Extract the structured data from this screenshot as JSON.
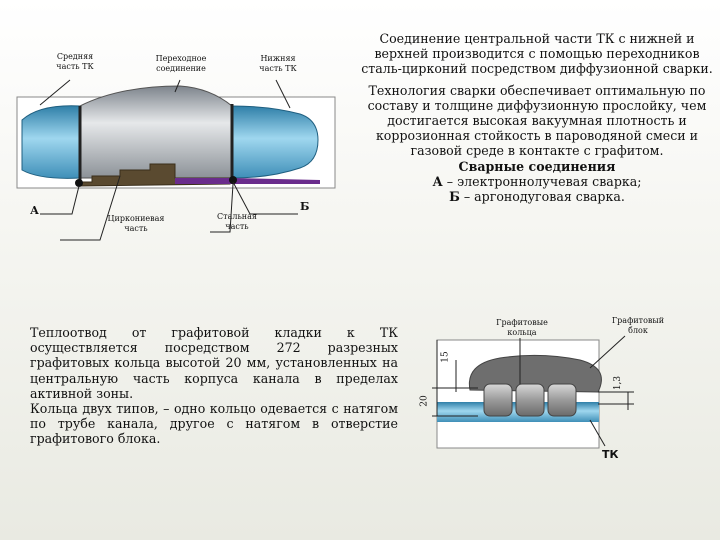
{
  "top_diagram": {
    "label_middle_part": "Средняя часть ТК",
    "label_transition": "Переходное соединение",
    "label_lower_part": "Нижняя часть ТК",
    "label_zirconium": "Циркониевая часть",
    "label_steel": "Стальная часть",
    "label_a": "А",
    "label_b": "Б"
  },
  "right_text": {
    "p1": "Соединение центральной части ТК с нижней и верхней производится с помощью переходников сталь-цирконий посредством диффузионной сварки.",
    "p2": "Технология сварки обеспечивает оптимальную по составу и толщине диффузионную прослойку, чем достигается высокая вакуумная плотность и коррозионная стойкость в пароводяной смеси и газовой среде в контакте с графитом.",
    "welds_title": "Сварные соединения",
    "weld_a_letter": "А",
    "weld_a_text": " – электроннолучевая сварка;",
    "weld_b_letter": "Б",
    "weld_b_text": " – аргонодуговая сварка."
  },
  "left_text": {
    "p1": "Теплоотвод от графитовой кладки к ТК осуществляется посредством 272 разрезных графитовых кольца высотой 20 мм, установленных на центральную часть корпуса канала в пределах активной зоны.",
    "p2": "Кольца двух типов, – одно кольцо одевается с натягом по трубе канала, другое с натягом в отверстие графитового блока."
  },
  "bottom_diagram": {
    "label_rings": "Графитовые кольца",
    "label_block": "Графитовый блок",
    "label_tk": "ТК",
    "dim_15": "15",
    "dim_20": "20",
    "dim_13": "1,3"
  },
  "colors": {
    "tube_blue": "#7fc8e8",
    "tube_dark": "#2f7fa8",
    "steel_gray": "#c9cdd3",
    "ring_gray": "#8a8a8a",
    "purple": "#6a2c8c",
    "brown": "#5a4a30"
  }
}
